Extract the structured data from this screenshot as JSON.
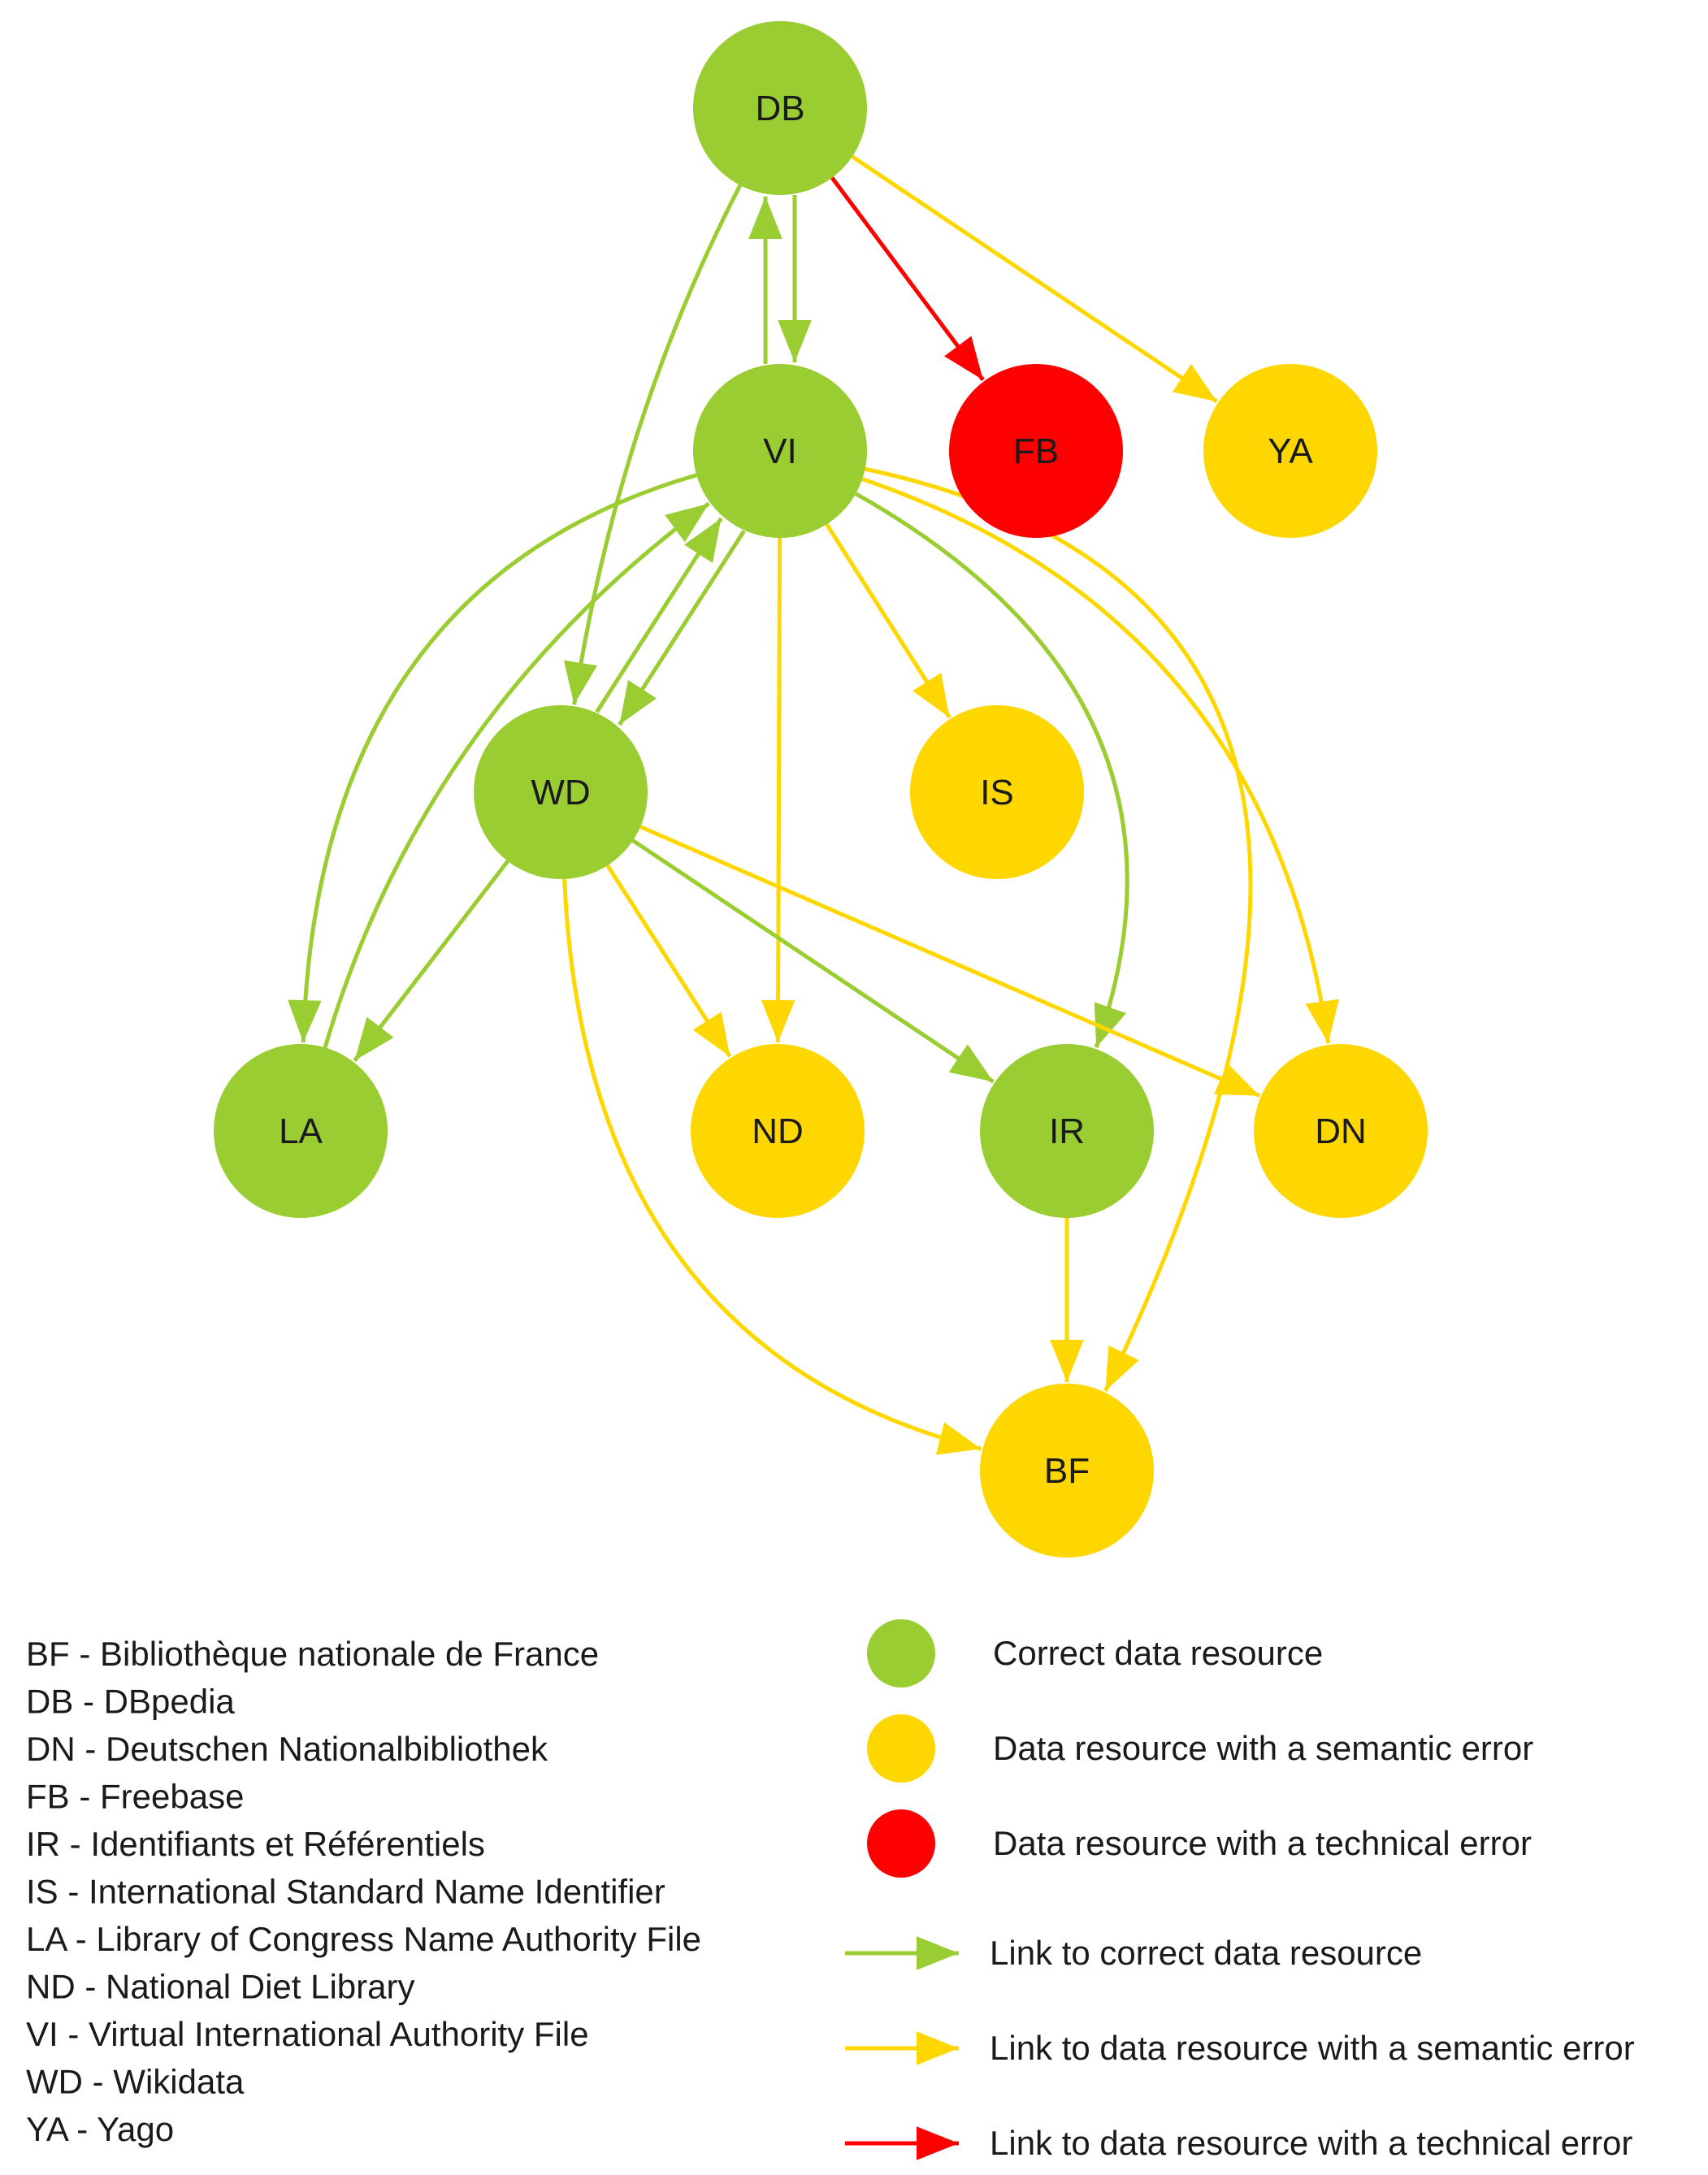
{
  "colors": {
    "green": "#9acd32",
    "yellow": "#ffd700",
    "red": "#ff0000"
  },
  "nodes": [
    {
      "id": "DB",
      "label": "DB",
      "status": "correct"
    },
    {
      "id": "VI",
      "label": "VI",
      "status": "correct"
    },
    {
      "id": "FB",
      "label": "FB",
      "status": "technical"
    },
    {
      "id": "YA",
      "label": "YA",
      "status": "semantic"
    },
    {
      "id": "WD",
      "label": "WD",
      "status": "correct"
    },
    {
      "id": "IS",
      "label": "IS",
      "status": "semantic"
    },
    {
      "id": "LA",
      "label": "LA",
      "status": "correct"
    },
    {
      "id": "ND",
      "label": "ND",
      "status": "semantic"
    },
    {
      "id": "IR",
      "label": "IR",
      "status": "correct"
    },
    {
      "id": "DN",
      "label": "DN",
      "status": "semantic"
    },
    {
      "id": "BF",
      "label": "BF",
      "status": "semantic"
    }
  ],
  "edges": [
    {
      "from": "DB",
      "to": "VI",
      "status": "correct"
    },
    {
      "from": "VI",
      "to": "DB",
      "status": "correct"
    },
    {
      "from": "DB",
      "to": "WD",
      "status": "correct"
    },
    {
      "from": "DB",
      "to": "FB",
      "status": "technical"
    },
    {
      "from": "DB",
      "to": "YA",
      "status": "semantic"
    },
    {
      "from": "VI",
      "to": "LA",
      "status": "correct"
    },
    {
      "from": "LA",
      "to": "VI",
      "status": "correct"
    },
    {
      "from": "VI",
      "to": "WD",
      "status": "correct"
    },
    {
      "from": "WD",
      "to": "VI",
      "status": "correct"
    },
    {
      "from": "VI",
      "to": "ND",
      "status": "semantic"
    },
    {
      "from": "VI",
      "to": "IS",
      "status": "semantic"
    },
    {
      "from": "VI",
      "to": "IR",
      "status": "correct"
    },
    {
      "from": "VI",
      "to": "DN",
      "status": "semantic"
    },
    {
      "from": "VI",
      "to": "BF",
      "status": "semantic"
    },
    {
      "from": "WD",
      "to": "LA",
      "status": "correct"
    },
    {
      "from": "WD",
      "to": "ND",
      "status": "semantic"
    },
    {
      "from": "WD",
      "to": "IR",
      "status": "correct"
    },
    {
      "from": "WD",
      "to": "DN",
      "status": "semantic"
    },
    {
      "from": "WD",
      "to": "BF",
      "status": "semantic"
    },
    {
      "from": "IR",
      "to": "BF",
      "status": "semantic"
    }
  ],
  "abbreviations": [
    "BF - Bibliothèque nationale de France",
    "DB - DBpedia",
    "DN - Deutschen Nationalbibliothek",
    "FB - Freebase",
    "IR - Identifiants et Référentiels",
    "IS - International Standard Name Identifier",
    "LA - Library of Congress Name Authority File",
    "ND - National Diet Library",
    "VI - Virtual International Authority File",
    "WD - Wikidata",
    "YA - Yago"
  ],
  "legend": {
    "nodes": [
      {
        "status": "correct",
        "label": "Correct data resource"
      },
      {
        "status": "semantic",
        "label": "Data resource with a semantic error"
      },
      {
        "status": "technical",
        "label": "Data resource with a technical error"
      }
    ],
    "links": [
      {
        "status": "correct",
        "label": "Link to correct data resource"
      },
      {
        "status": "semantic",
        "label": "Link to data resource with a semantic error"
      },
      {
        "status": "technical",
        "label": "Link to data resource with a technical error"
      }
    ]
  }
}
